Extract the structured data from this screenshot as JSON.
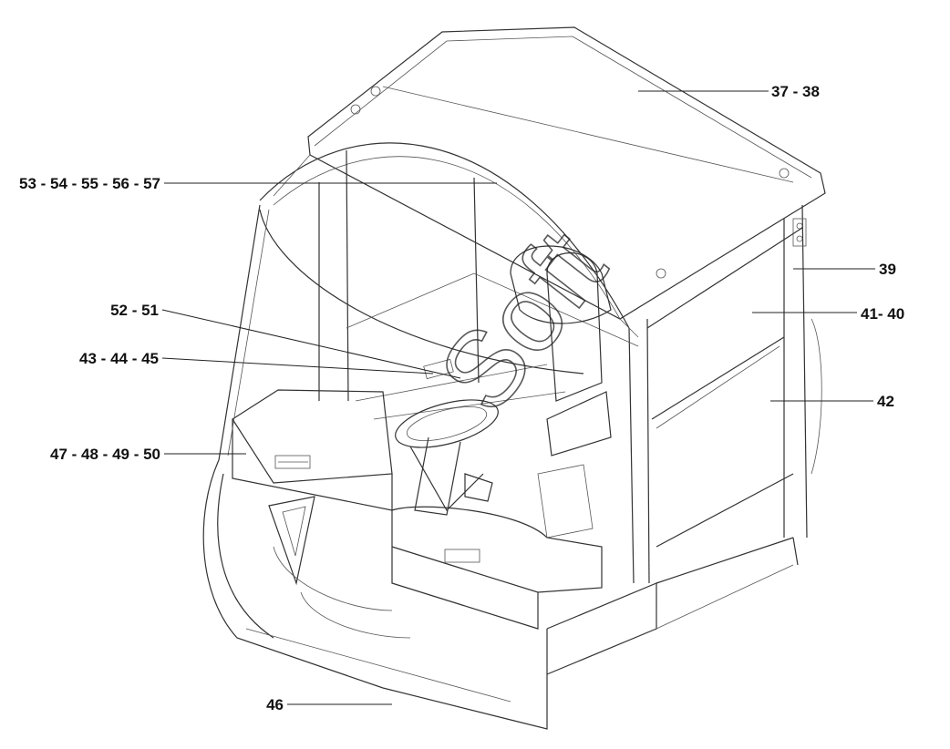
{
  "watermark": "Soft",
  "callouts": [
    {
      "id": "37-38",
      "label": "37 - 38"
    },
    {
      "id": "53-57",
      "label": "53 - 54 - 55 - 56 - 57"
    },
    {
      "id": "39",
      "label": "39"
    },
    {
      "id": "41-40",
      "label": "41- 40"
    },
    {
      "id": "52-51",
      "label": "52 - 51"
    },
    {
      "id": "43-45",
      "label": "43 - 44 - 45"
    },
    {
      "id": "42",
      "label": "42"
    },
    {
      "id": "47-50",
      "label": "47 - 48 - 49 - 50"
    },
    {
      "id": "46",
      "label": "46"
    }
  ]
}
